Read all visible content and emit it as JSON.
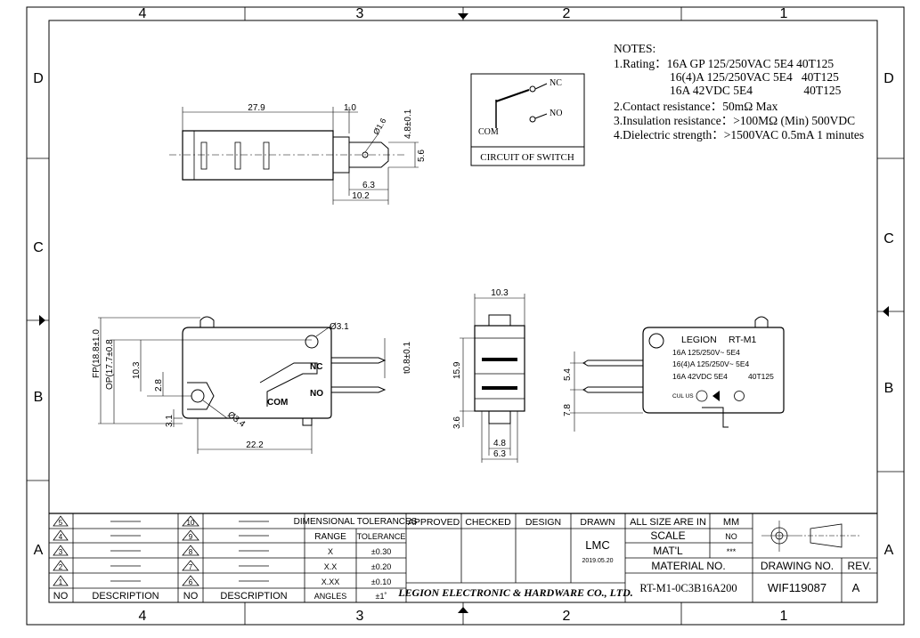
{
  "frame": {
    "columns": [
      "4",
      "3",
      "2",
      "1"
    ],
    "rows": [
      "D",
      "C",
      "B",
      "A"
    ]
  },
  "notes": {
    "heading": "NOTES:",
    "lines": [
      "1.Rating：16A GP 125/250VAC 5E4  40T125",
      "16(4)A 125/250VAC 5E4   40T125",
      "16A 42VDC 5E4                 40T125",
      "2.Contact resistance：50mΩ  Max",
      "3.Insulation resistance：>100MΩ  (Min) 500VDC",
      "4.Dielectric strength：>1500VAC 0.5mA 1 minutes"
    ]
  },
  "circuit": {
    "nc": "NC",
    "no": "NO",
    "com": "COM",
    "caption": "CIRCUIT OF SWITCH"
  },
  "top_view": {
    "dims": [
      "27.9",
      "1.0",
      "Ø1.6",
      "4.8±0.1",
      "5.6",
      "6.3",
      "10.2"
    ]
  },
  "side_view": {
    "dims": [
      "Ø3.1",
      "FP(18.8±1.0",
      "OP(17.7±0.8",
      "10.3",
      "2.8",
      "3.1",
      "Ø3.4",
      "22.2",
      "t0.8±0.1"
    ],
    "labels": [
      "NC",
      "NO",
      "COM"
    ]
  },
  "end_view": {
    "dims": [
      "10.3",
      "15.9",
      "3.6",
      "4.8",
      "6.3"
    ]
  },
  "front_view": {
    "brand": "LEGION",
    "model": "RT-M1",
    "ratings": [
      "16A 125/250V~ 5E4",
      "16(4)A 125/250V~ 5E4",
      "16A 42VDC 5E4"
    ],
    "temp": "40T125",
    "cert": "CUL US",
    "dims": [
      "5.4",
      "7.8"
    ]
  },
  "revision_table": {
    "numbers_left": [
      "5",
      "4",
      "3",
      "2",
      "1"
    ],
    "numbers_right": [
      "10",
      "9",
      "8",
      "7",
      "6"
    ],
    "no_label": "NO",
    "description_label": "DESCRIPTION"
  },
  "tolerances": {
    "title": "DIMENSIONAL TOLERANCES",
    "col_range": "RANGE",
    "col_tol": "TOLERANCE",
    "rows": [
      {
        "range": "X",
        "tol": "±0.30"
      },
      {
        "range": "X.X",
        "tol": "±0.20"
      },
      {
        "range": "X.XX",
        "tol": "±0.10"
      },
      {
        "range": "ANGLES",
        "tol": "±1˚"
      }
    ]
  },
  "signoff": {
    "approved": "APPROVED",
    "checked": "CHECKED",
    "design": "DESIGN",
    "drawn": "DRAWN",
    "drawn_by": "LMC",
    "drawn_date": "2019.05.20"
  },
  "company": "LEGION ELECTRONIC & HARDWARE CO., LTD.",
  "info": {
    "size_label": "ALL SIZE ARE IN",
    "size_value": "MM",
    "scale_label": "SCALE",
    "scale_value": "NO",
    "mat_label": "MAT'L",
    "mat_value": "***",
    "material_no_label": "MATERIAL  NO.",
    "material_no": "RT-M1-0C3B16A200",
    "drawing_no_label": "DRAWING NO.",
    "drawing_no": "WIF119087",
    "rev_label": "REV.",
    "rev": "A"
  }
}
